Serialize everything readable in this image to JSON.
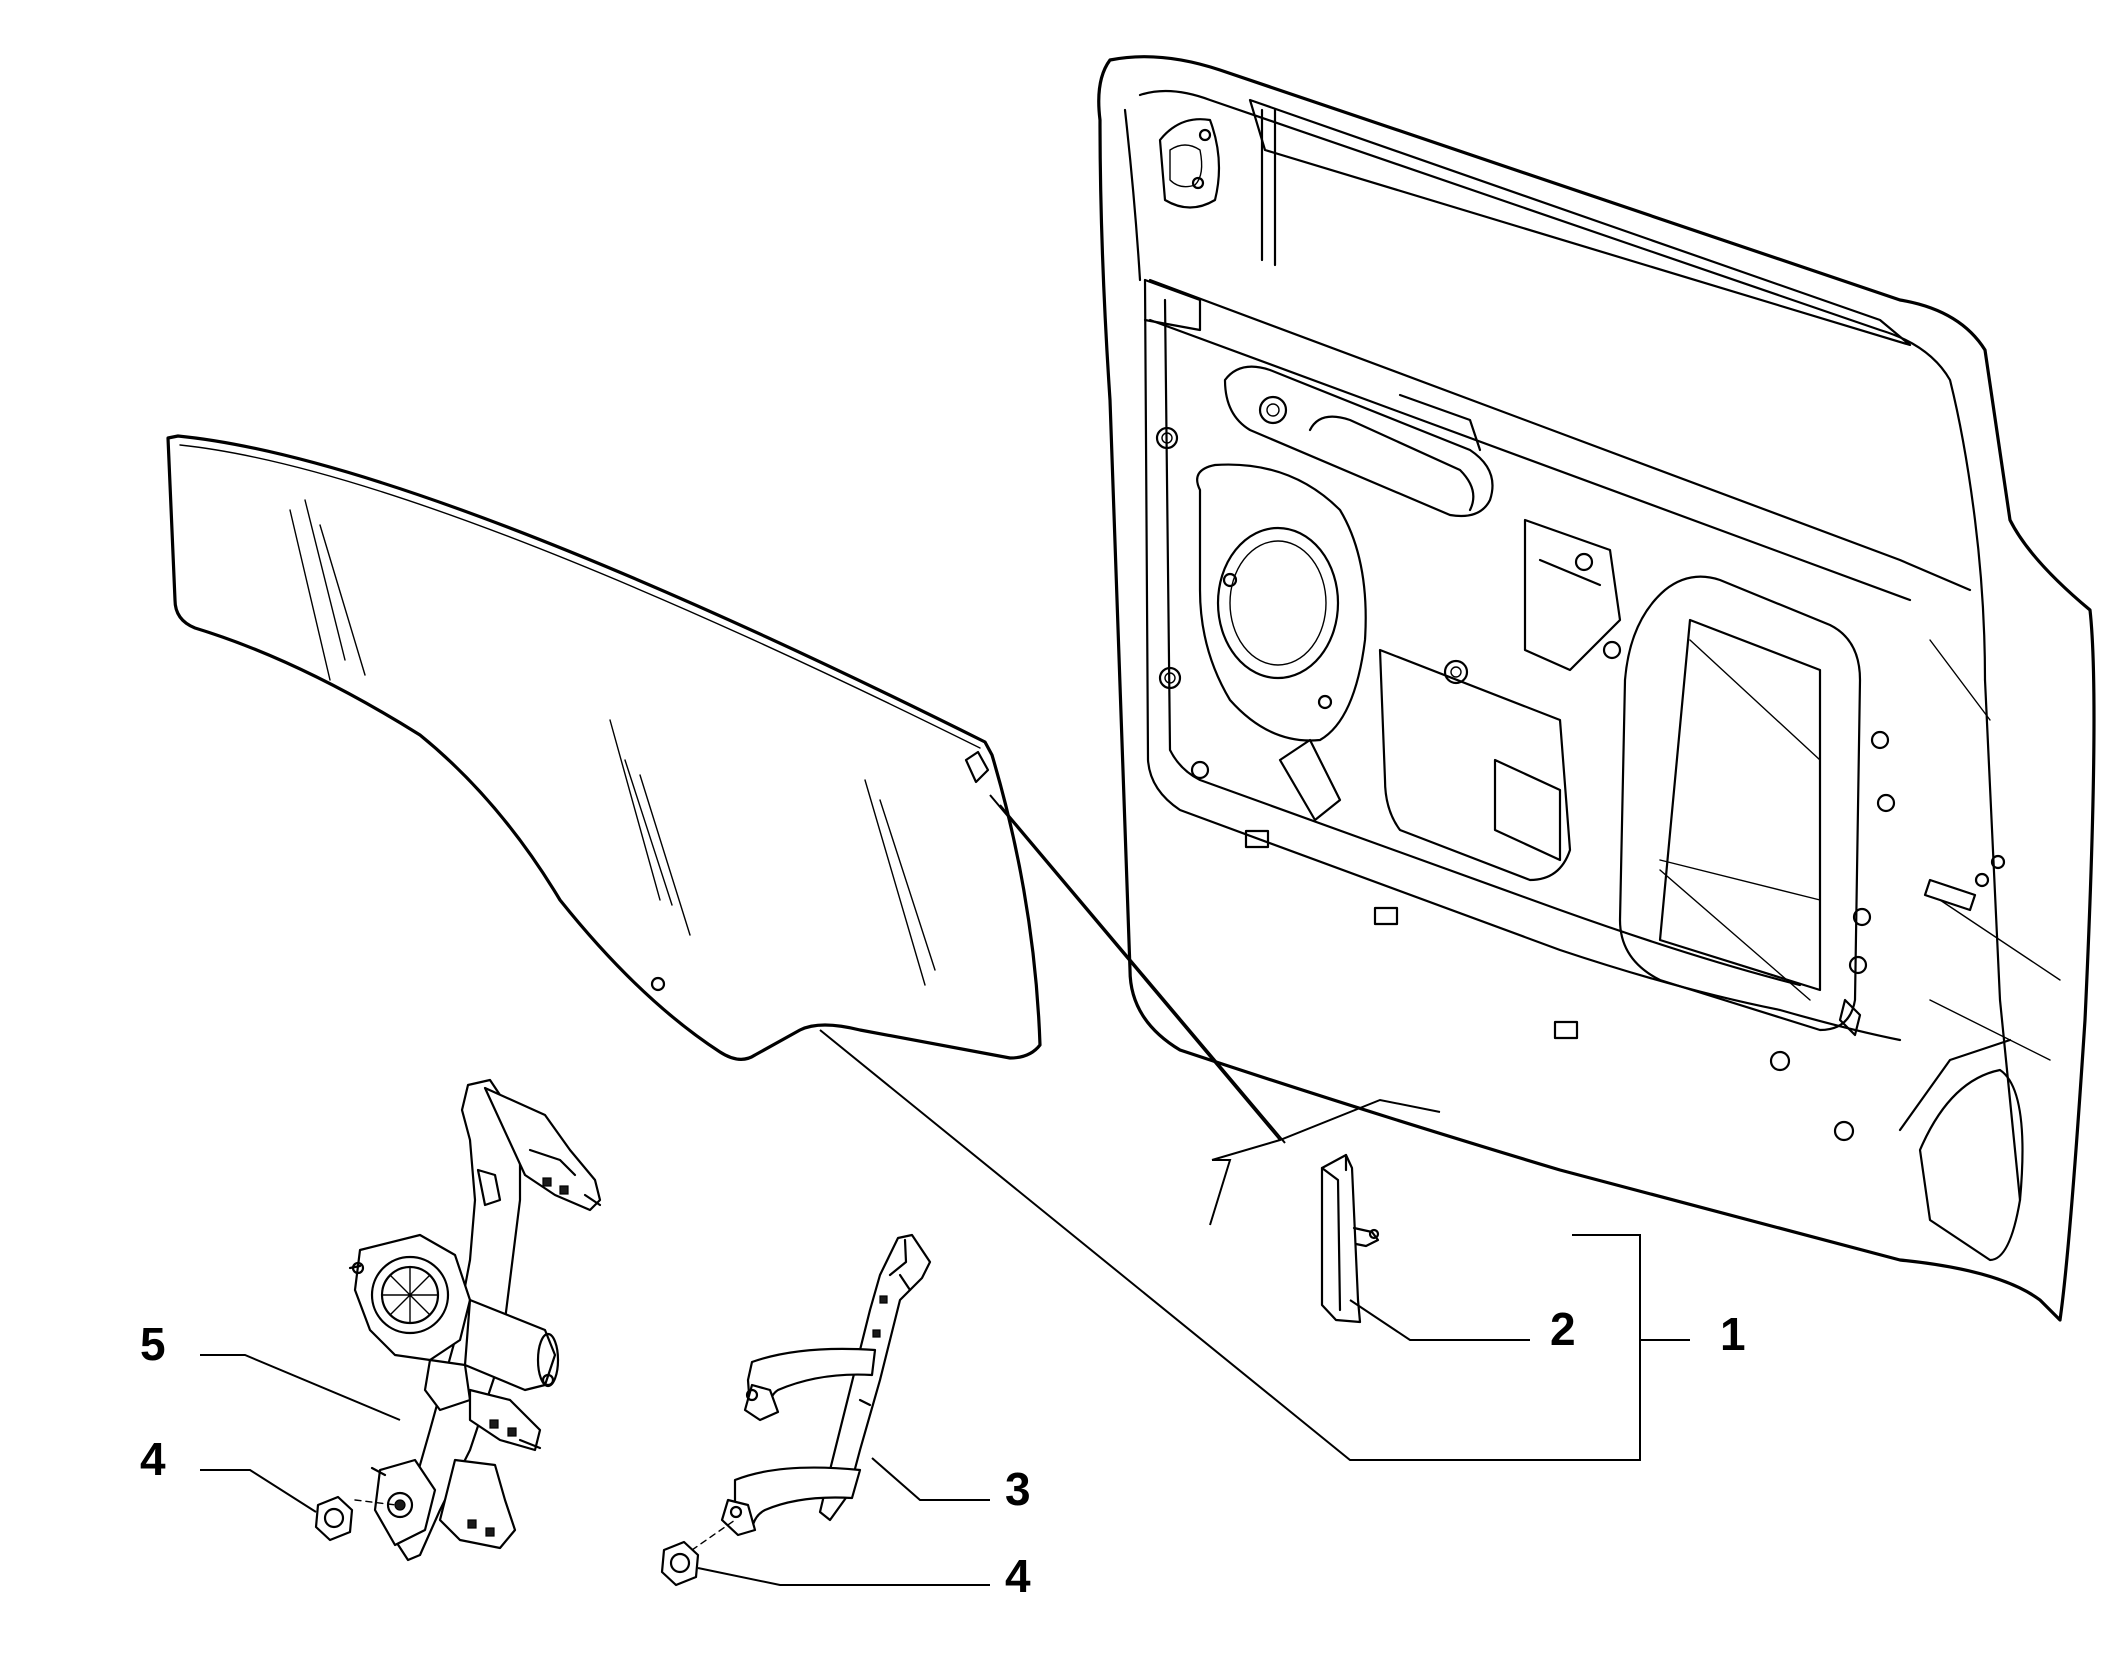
{
  "callouts": [
    {
      "id": "1",
      "label": "1"
    },
    {
      "id": "2",
      "label": "2"
    },
    {
      "id": "3",
      "label": "3"
    },
    {
      "id": "4a",
      "label": "4"
    },
    {
      "id": "4b",
      "label": "4"
    },
    {
      "id": "5",
      "label": "5"
    }
  ],
  "colors": {
    "line": "#000000",
    "background": "#ffffff"
  }
}
